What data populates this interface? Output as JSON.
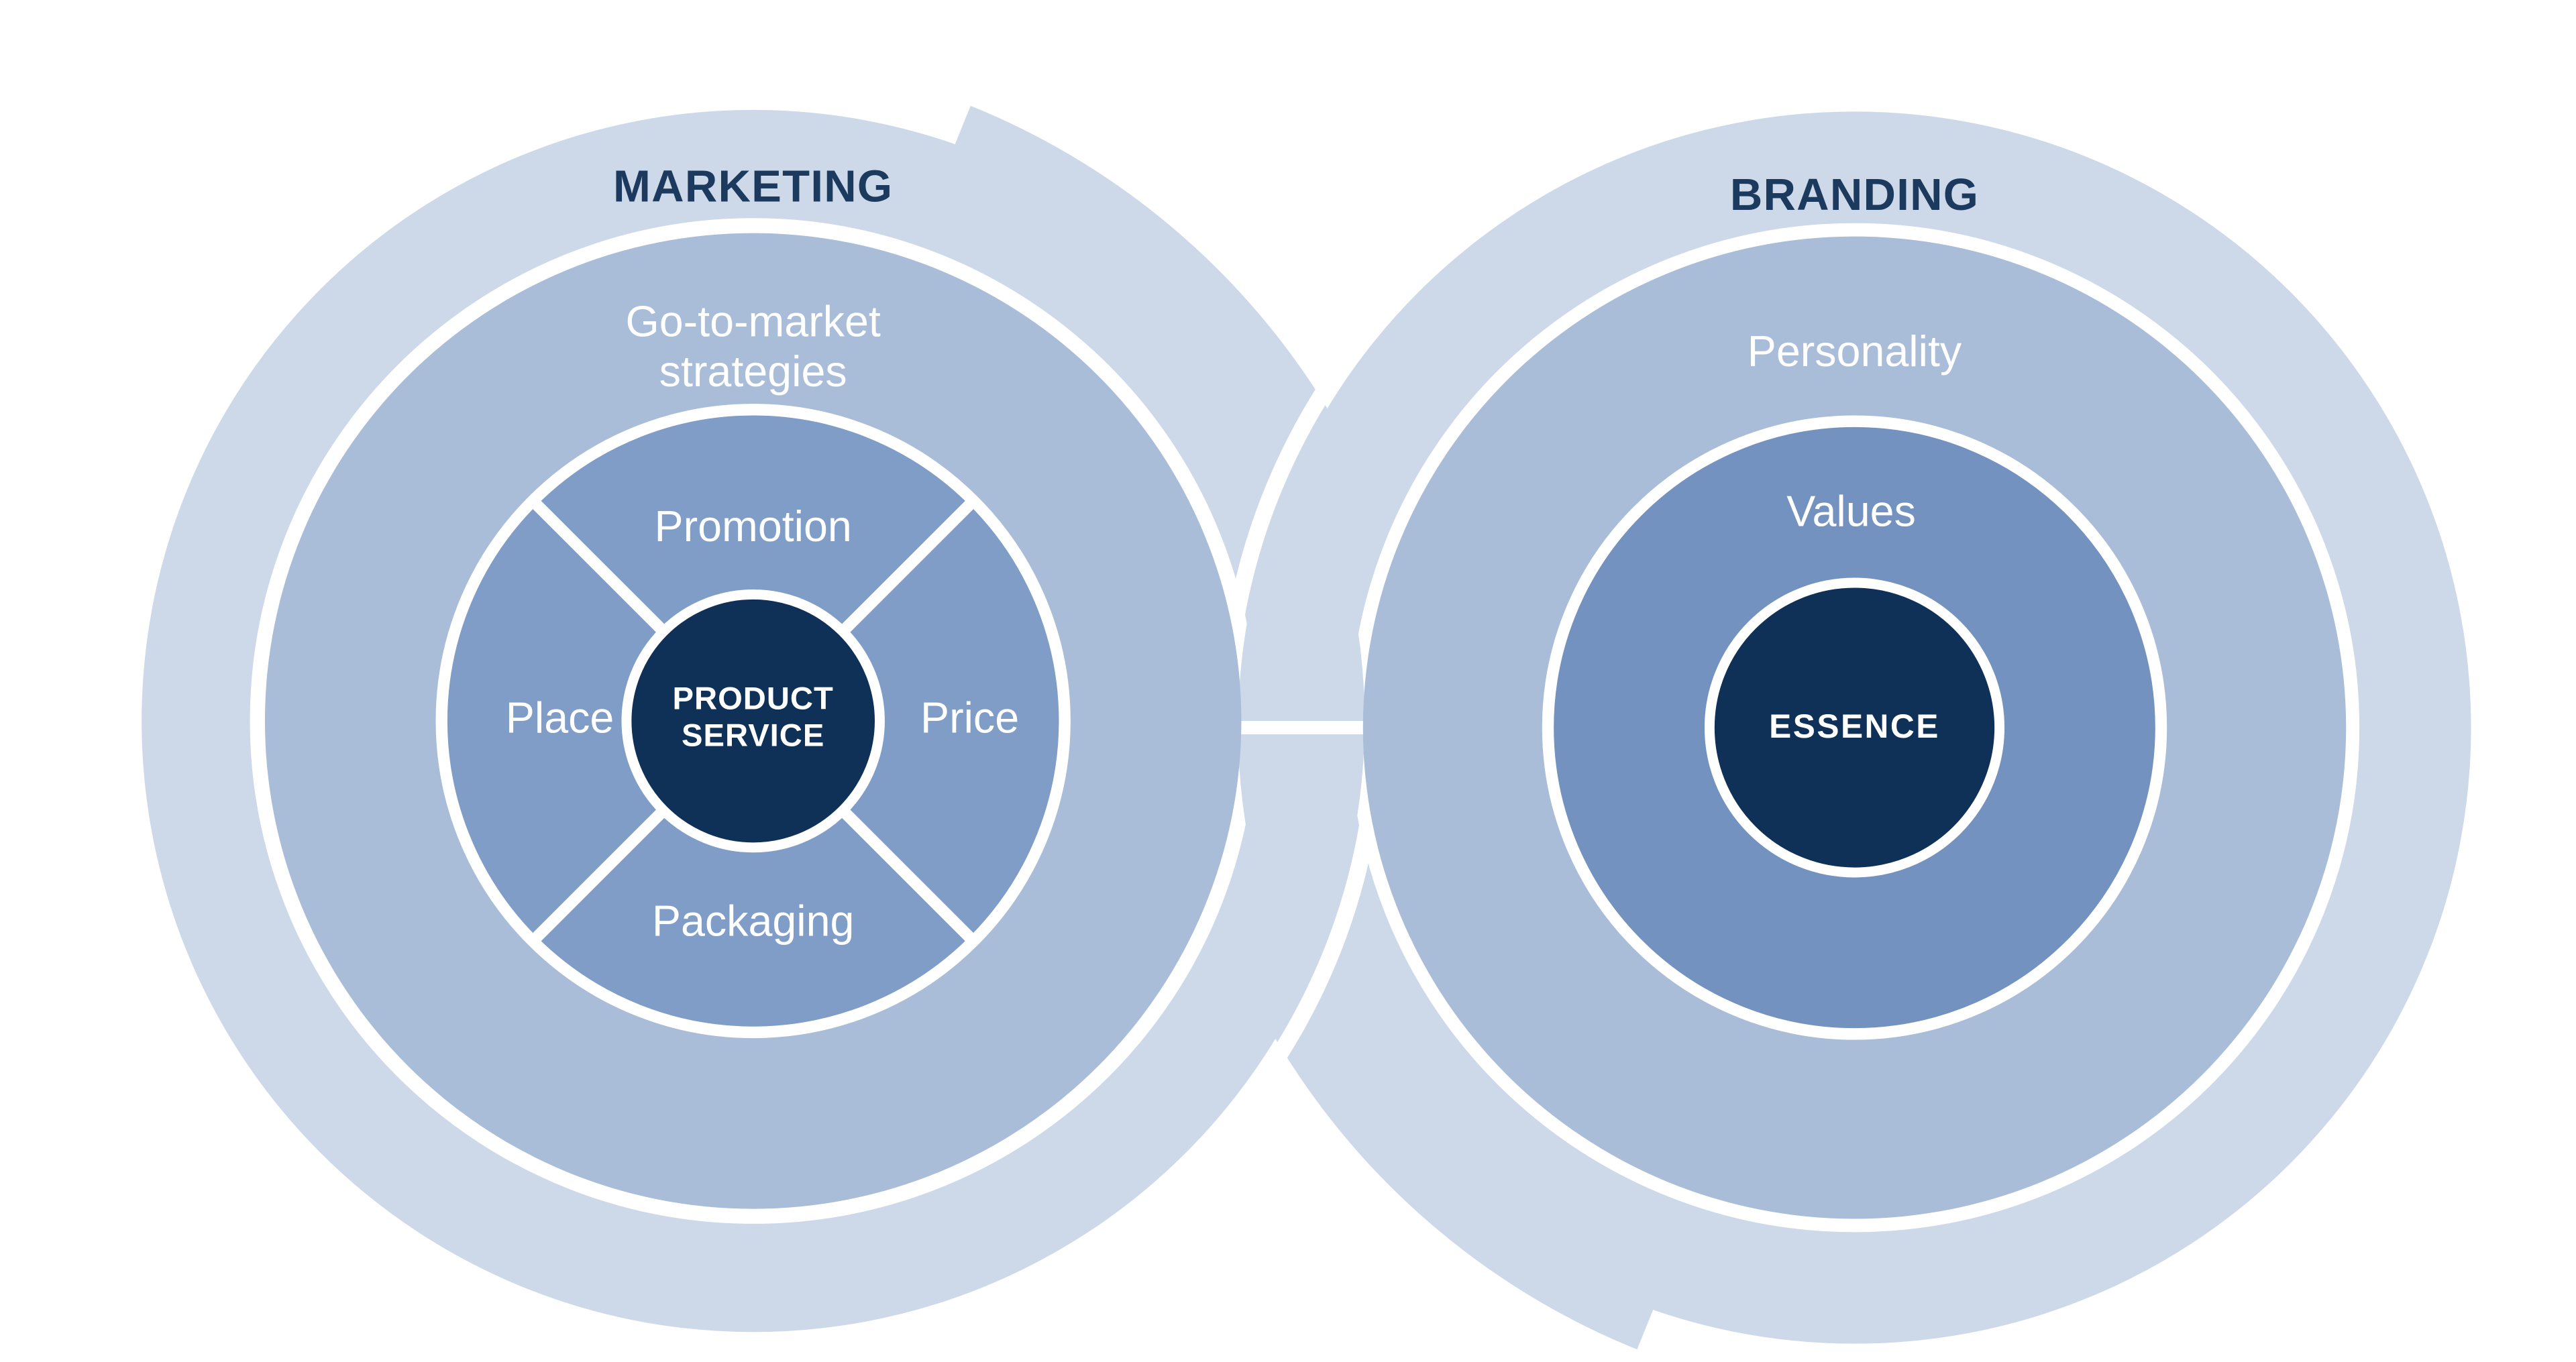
{
  "diagram": {
    "marketing": {
      "title": "MARKETING",
      "ring_label_line1": "Go-to-market",
      "ring_label_line2": "strategies",
      "quadrants": {
        "top": "Promotion",
        "left": "Place",
        "right": "Price",
        "bottom": "Packaging"
      },
      "core_line1": "PRODUCT",
      "core_line2": "SERVICE"
    },
    "branding": {
      "title": "BRANDING",
      "ring_label": "Personality",
      "inner_label": "Values",
      "core_label": "ESSENCE"
    },
    "colors": {
      "outer_ring": "#cdd9e9",
      "middle_ring": "#a9bdd8",
      "marketing_inner_disc": "#7f9dc7",
      "branding_inner_disc": "#7392bf",
      "core": "#0f3158",
      "title_text": "#1b3a5e",
      "ring_text": "#ffffff",
      "background": "#ffffff"
    }
  }
}
